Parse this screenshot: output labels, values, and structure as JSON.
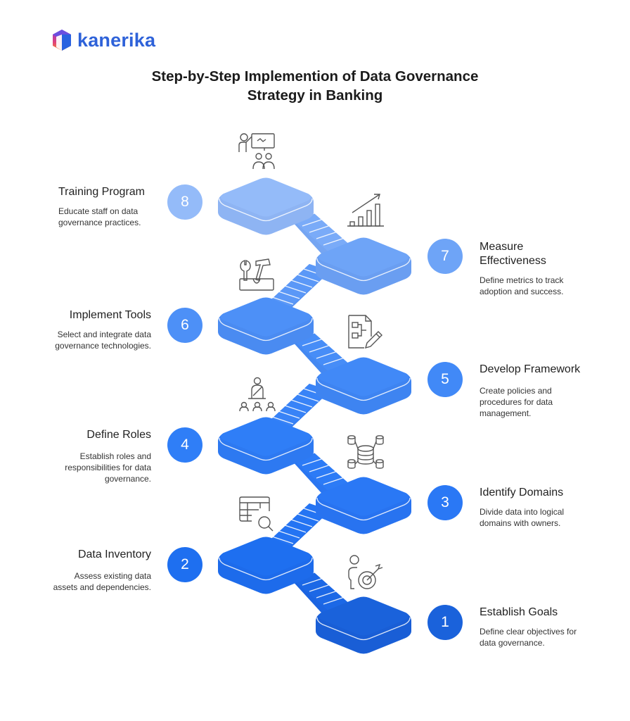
{
  "brand": {
    "name": "kanerika",
    "color": "#2e62d9"
  },
  "title": {
    "line1": "Step-by-Step Implemention of Data Governance",
    "line2": "Strategy in Banking"
  },
  "steps": [
    {
      "number": "1",
      "title": "Establish Goals",
      "description_lines": [
        "Define clear objectives for",
        "data governance."
      ],
      "icon": "person-target-icon",
      "color": "#1a62db",
      "side": "right"
    },
    {
      "number": "2",
      "title": "Data Inventory",
      "description_lines": [
        "Assess existing data",
        "assets and dependencies."
      ],
      "icon": "table-search-icon",
      "color": "#1e6ff0",
      "side": "left"
    },
    {
      "number": "3",
      "title": "Identify Domains",
      "description_lines": [
        "Divide data into logical",
        "domains with owners."
      ],
      "icon": "database-network-icon",
      "color": "#2a78f5",
      "side": "right"
    },
    {
      "number": "4",
      "title": "Define Roles",
      "description_lines": [
        "Establish roles and",
        "responsibilities for data",
        "governance."
      ],
      "icon": "team-roles-icon",
      "color": "#2f7ef7",
      "side": "left"
    },
    {
      "number": "5",
      "title": "Develop Framework",
      "description_lines": [
        "Create policies and",
        "procedures for data",
        "management."
      ],
      "icon": "document-flowchart-pencil-icon",
      "color": "#4189f7",
      "side": "right"
    },
    {
      "number": "6",
      "title": "Implement Tools",
      "description_lines": [
        "Select and integrate data",
        "governance technologies."
      ],
      "icon": "toolbox-icon",
      "color": "#4d90f7",
      "side": "left"
    },
    {
      "number": "7",
      "title_lines": [
        "Measure",
        "Effectiveness"
      ],
      "title": "Measure Effectiveness",
      "description_lines": [
        "Define metrics to track",
        "adoption and success."
      ],
      "icon": "growth-chart-icon",
      "color": "#6ea4f7",
      "side": "right"
    },
    {
      "number": "8",
      "title": "Training Program",
      "description_lines": [
        "Educate staff on data",
        "governance practices."
      ],
      "icon": "presentation-training-icon",
      "color": "#94bbf9",
      "side": "left"
    }
  ]
}
